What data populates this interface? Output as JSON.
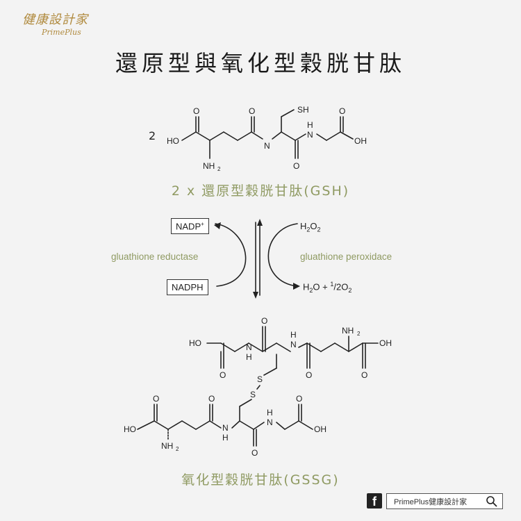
{
  "brand": {
    "cn": "健康設計家",
    "en": "PrimePlus"
  },
  "title": "還原型與氧化型穀胱甘肽",
  "gsh": {
    "coef": "2",
    "caption": "2 x 還原型穀胱甘肽(GSH)"
  },
  "reaction": {
    "nadp": "NADP",
    "nadp_sup": "+",
    "nadph": "NADPH",
    "enzyme_left": "gluathione reductase",
    "enzyme_right": "gluathione peroxidace",
    "h2o2": {
      "a": "H",
      "b": "2",
      "c": "O",
      "d": "2"
    },
    "product": {
      "a": "H",
      "b": "2",
      "c": "O + ",
      "d": "1",
      "e": "/2O",
      "f": "2"
    }
  },
  "gssg": {
    "caption": "氧化型穀胱甘肽(GSSG)"
  },
  "footer": {
    "search_text": "PrimePlus健康設計家",
    "fb": "f"
  }
}
